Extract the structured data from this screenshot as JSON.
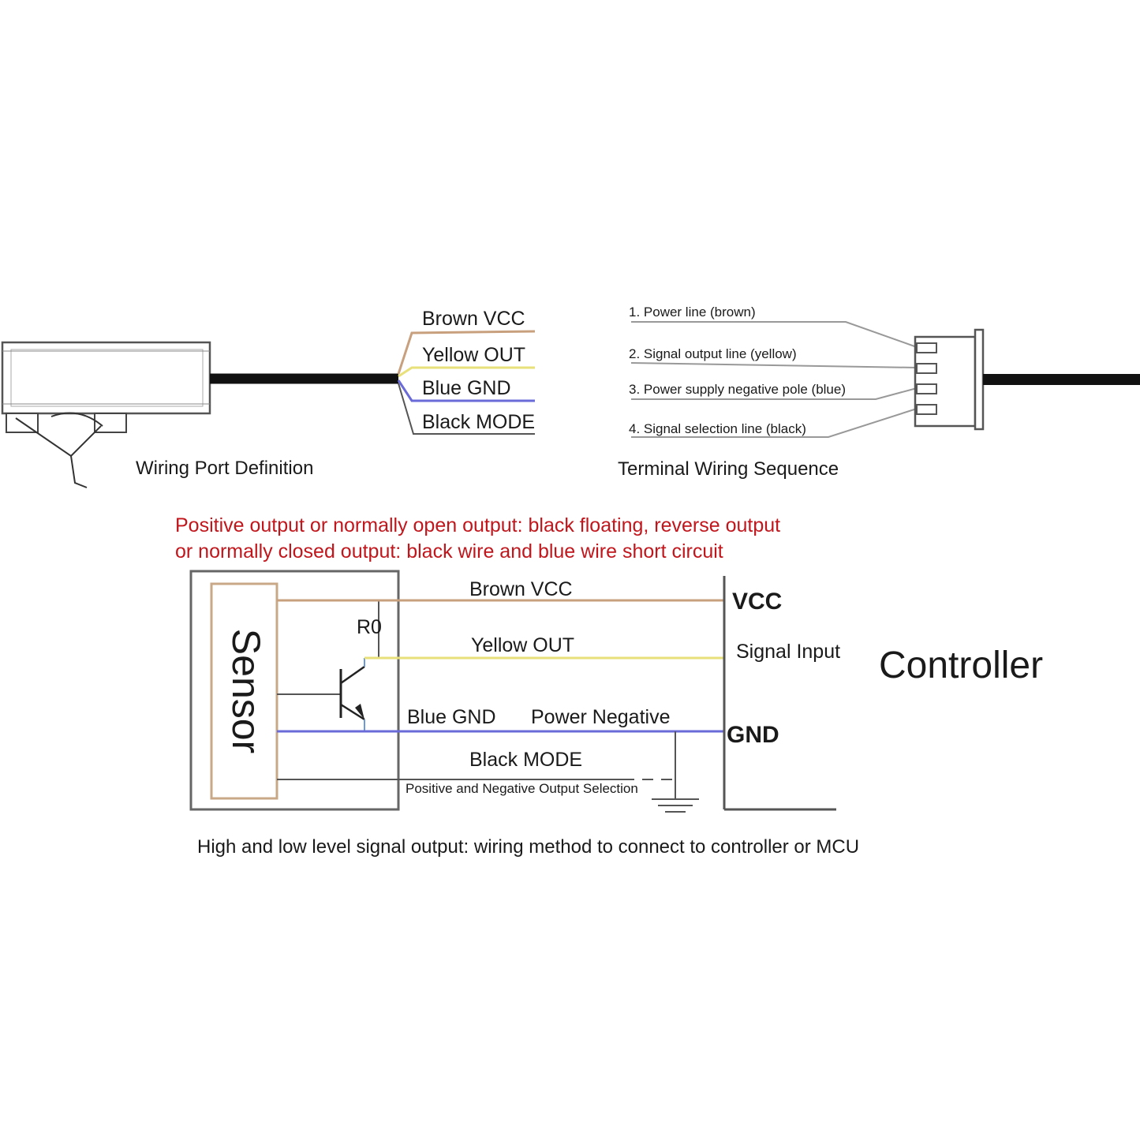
{
  "colors": {
    "brown": "#c8a07e",
    "yellow": "#e8e07a",
    "blue": "#6a6ad8",
    "black": "#555555",
    "cable": "#111111",
    "note_red": "#c0161c",
    "sensor_box": "#c9a888"
  },
  "wiring_port": {
    "wires": [
      "Brown VCC",
      "Yellow OUT",
      "Blue GND",
      "Black MODE"
    ],
    "caption": "Wiring Port Definition"
  },
  "terminal": {
    "lines": [
      "1. Power line (brown)",
      "2. Signal output line (yellow)",
      "3. Power supply negative pole (blue)",
      "4. Signal selection line (black)"
    ],
    "caption": "Terminal Wiring Sequence"
  },
  "note": {
    "line1": "Positive output or normally open output: black floating, reverse output",
    "line2": "or normally closed output: black wire and blue wire short circuit"
  },
  "schematic": {
    "sensor_label": "Sensor",
    "resistor_label": "R0",
    "wire_brown": "Brown VCC",
    "wire_yellow": "Yellow OUT",
    "wire_blue": "Blue GND",
    "wire_blue_extra": "Power Negative",
    "wire_black": "Black MODE",
    "mode_note": "Positive and Negative Output Selection",
    "pin_vcc": "VCC",
    "pin_signal": "Signal Input",
    "pin_gnd": "GND",
    "controller": "Controller"
  },
  "caption": "High and low level signal output: wiring method to connect to controller or MCU"
}
